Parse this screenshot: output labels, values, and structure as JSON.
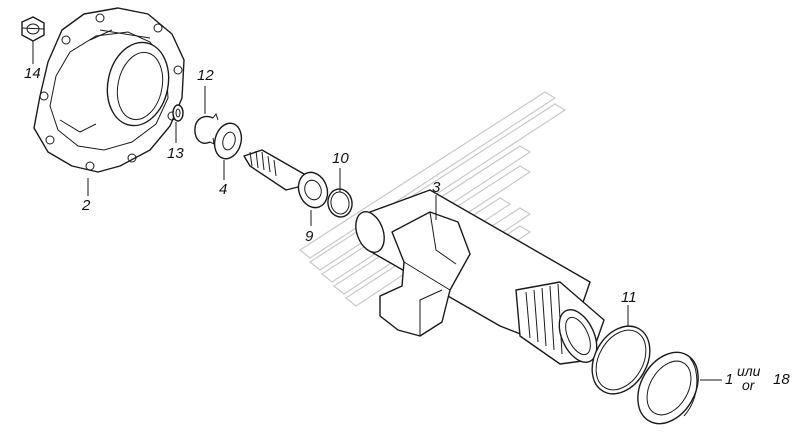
{
  "labels": {
    "p1": "1",
    "p1_alt_word": "или",
    "p1_alt_word2": "or",
    "p1_alt_num": "18",
    "p2": "2",
    "p3": "3",
    "p4": "4",
    "p9": "9",
    "p10": "10",
    "p11": "11",
    "p12": "12",
    "p13": "13",
    "p14": "14"
  },
  "colors": {
    "line": "#1a1a1a",
    "watermark": "#c9c9c9",
    "background": "#ffffff"
  }
}
